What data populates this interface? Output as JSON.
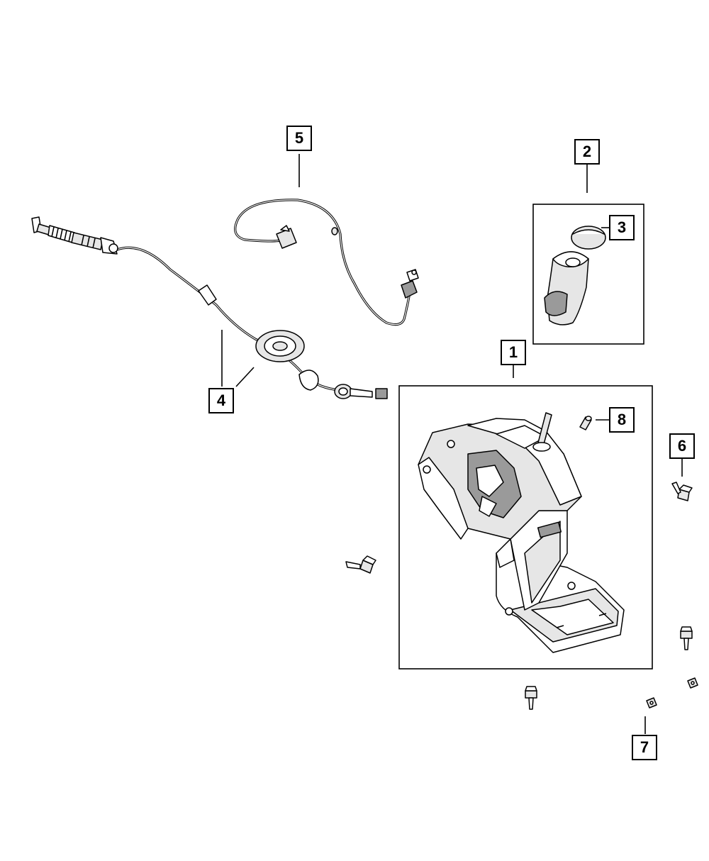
{
  "callouts": {
    "c1": "1",
    "c2": "2",
    "c3": "3",
    "c4": "4",
    "c5": "5",
    "c6": "6",
    "c7": "7",
    "c8": "8"
  },
  "colors": {
    "line": "#000000",
    "background": "#ffffff",
    "shade": "#e6e6e6"
  }
}
